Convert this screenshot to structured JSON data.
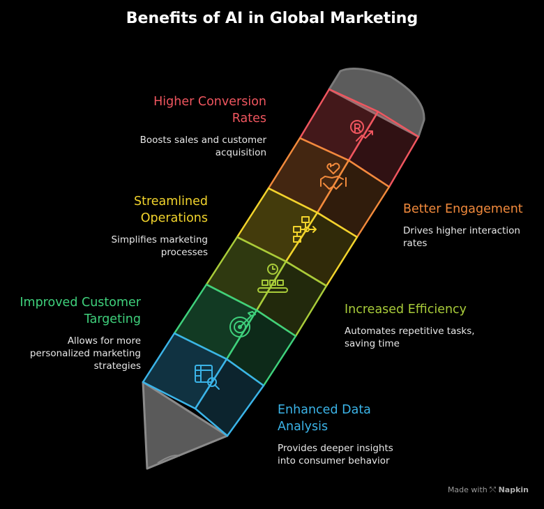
{
  "title": "Benefits of AI in Global Marketing",
  "benefits": [
    {
      "heading": "Higher Conversion Rates",
      "description": "Boosts sales and customer acquisition",
      "color": "#f0565f",
      "icon": "revenue-growth-icon"
    },
    {
      "heading": "Better Engagement",
      "description": "Drives higher interaction rates",
      "color": "#f28a3c",
      "icon": "handshake-heart-icon"
    },
    {
      "heading": "Streamlined Operations",
      "description": "Simplifies marketing processes",
      "color": "#f2d42c",
      "icon": "workflow-icon"
    },
    {
      "heading": "Increased Efficiency",
      "description": "Automates repetitive tasks, saving time",
      "color": "#a9cc3a",
      "icon": "conveyor-clock-icon"
    },
    {
      "heading": "Improved Customer Targeting",
      "description": "Allows for more personalized marketing strategies",
      "color": "#3fd17c",
      "icon": "target-icon"
    },
    {
      "heading": "Enhanced Data Analysis",
      "description": "Provides deeper insights into consumer behavior",
      "color": "#3bb4e8",
      "icon": "data-search-icon"
    }
  ],
  "footer": {
    "prefix": "Made with",
    "brand": "Napkin"
  }
}
